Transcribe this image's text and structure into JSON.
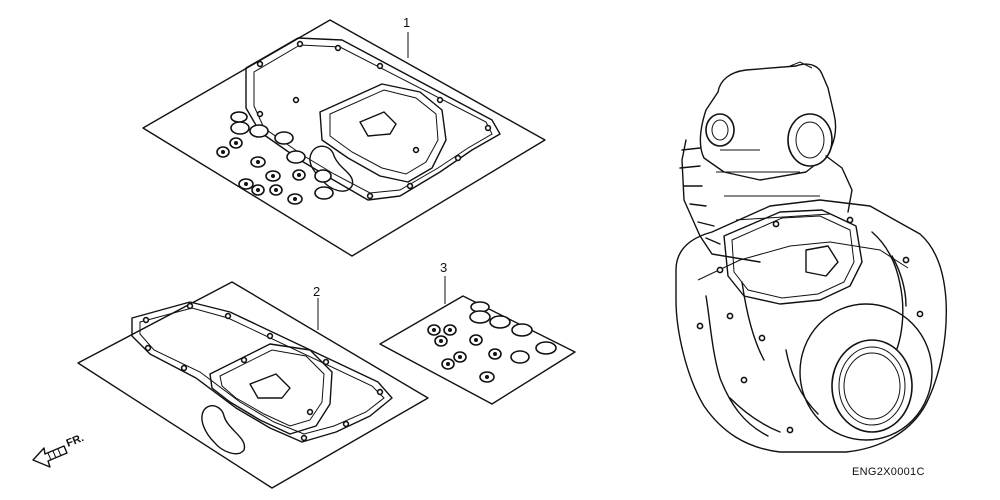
{
  "diagram": {
    "callouts": [
      "1",
      "2",
      "3"
    ],
    "direction_label": "FR.",
    "diagram_code": "ENG2X0001C"
  },
  "icons": {
    "direction": "front-direction-arrow-icon"
  }
}
